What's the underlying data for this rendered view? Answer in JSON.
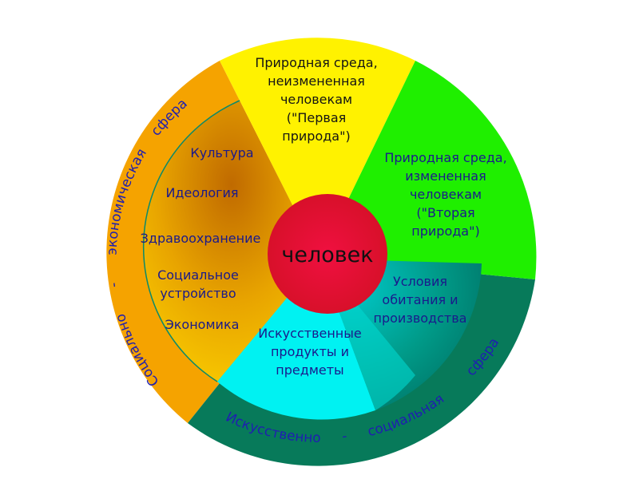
{
  "center": "человек",
  "sectors": {
    "natural_unchanged": {
      "lines": [
        "Природная среда,",
        "неизмененная",
        "человекам",
        "(\"Первая",
        "природа\")"
      ],
      "color": "#fff200"
    },
    "natural_changed": {
      "lines": [
        "Природная среда,",
        "измененная",
        "человекам",
        "(\"Вторая",
        "природа\")"
      ],
      "color": "#1fef00"
    },
    "living_conditions": {
      "lines": [
        "Условия",
        "обитания и",
        "производства"
      ],
      "color": "#00a08c"
    },
    "artificial_products": {
      "lines": [
        "Искусственные",
        "продукты и",
        "предметы"
      ],
      "color": "#00f2f2"
    },
    "social_economic": {
      "items": [
        "Культура",
        "Идеология",
        "Здравоохранение",
        "Социальное устройство",
        "Экономика"
      ],
      "social_lines": [
        "Социальное",
        "устройство"
      ],
      "color": "#e8a000"
    }
  },
  "ring_labels": {
    "left_ring": [
      "Социально",
      "-",
      "экономическая",
      "сфера"
    ],
    "bottom_ring": [
      "Искусственно",
      "-",
      "социальная",
      "сфера"
    ]
  },
  "colors": {
    "orange_ring": "#f5a300",
    "green_ring": "#077a5a",
    "center_circle": "#e8102e",
    "text_blue": "#1a1a8c"
  }
}
